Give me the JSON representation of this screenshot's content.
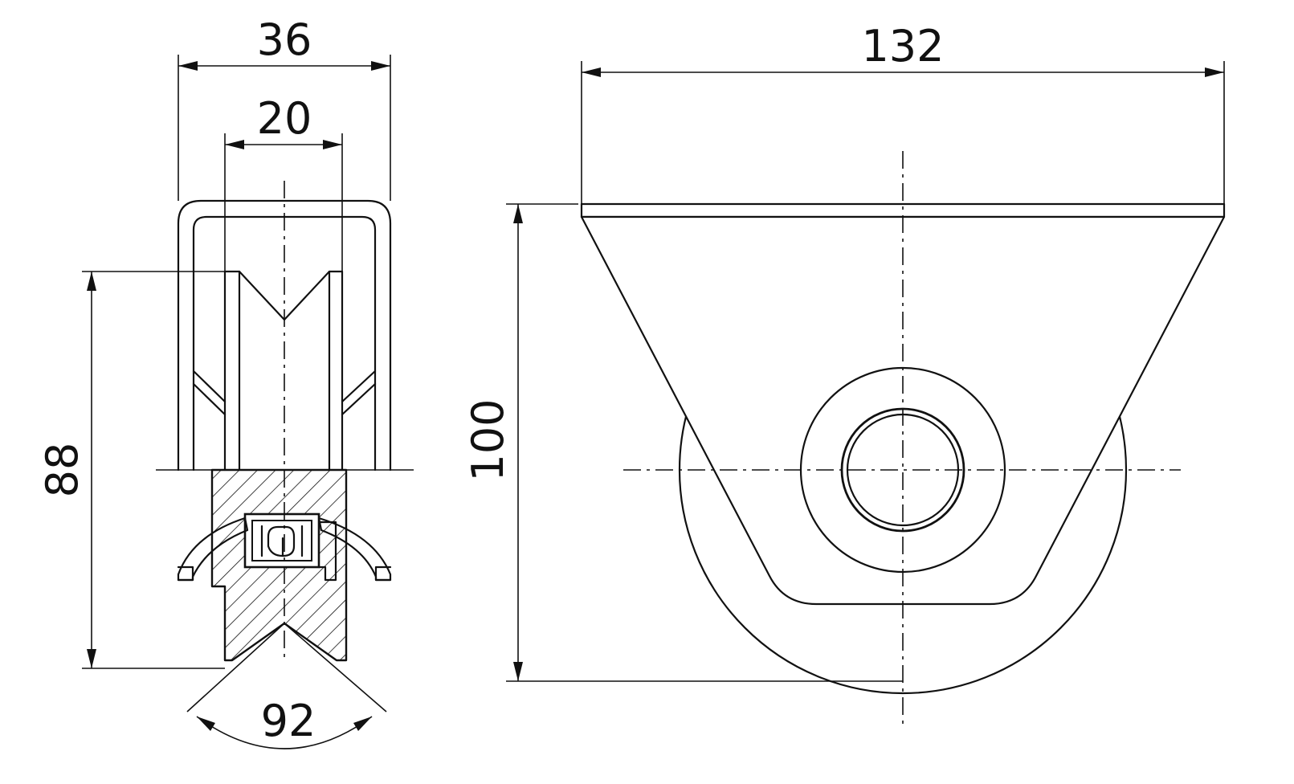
{
  "dimensions": {
    "side_outer_width": "36",
    "side_inner_width": "20",
    "side_height": "88",
    "groove_angle": "92",
    "front_width": "132",
    "front_height": "100"
  }
}
